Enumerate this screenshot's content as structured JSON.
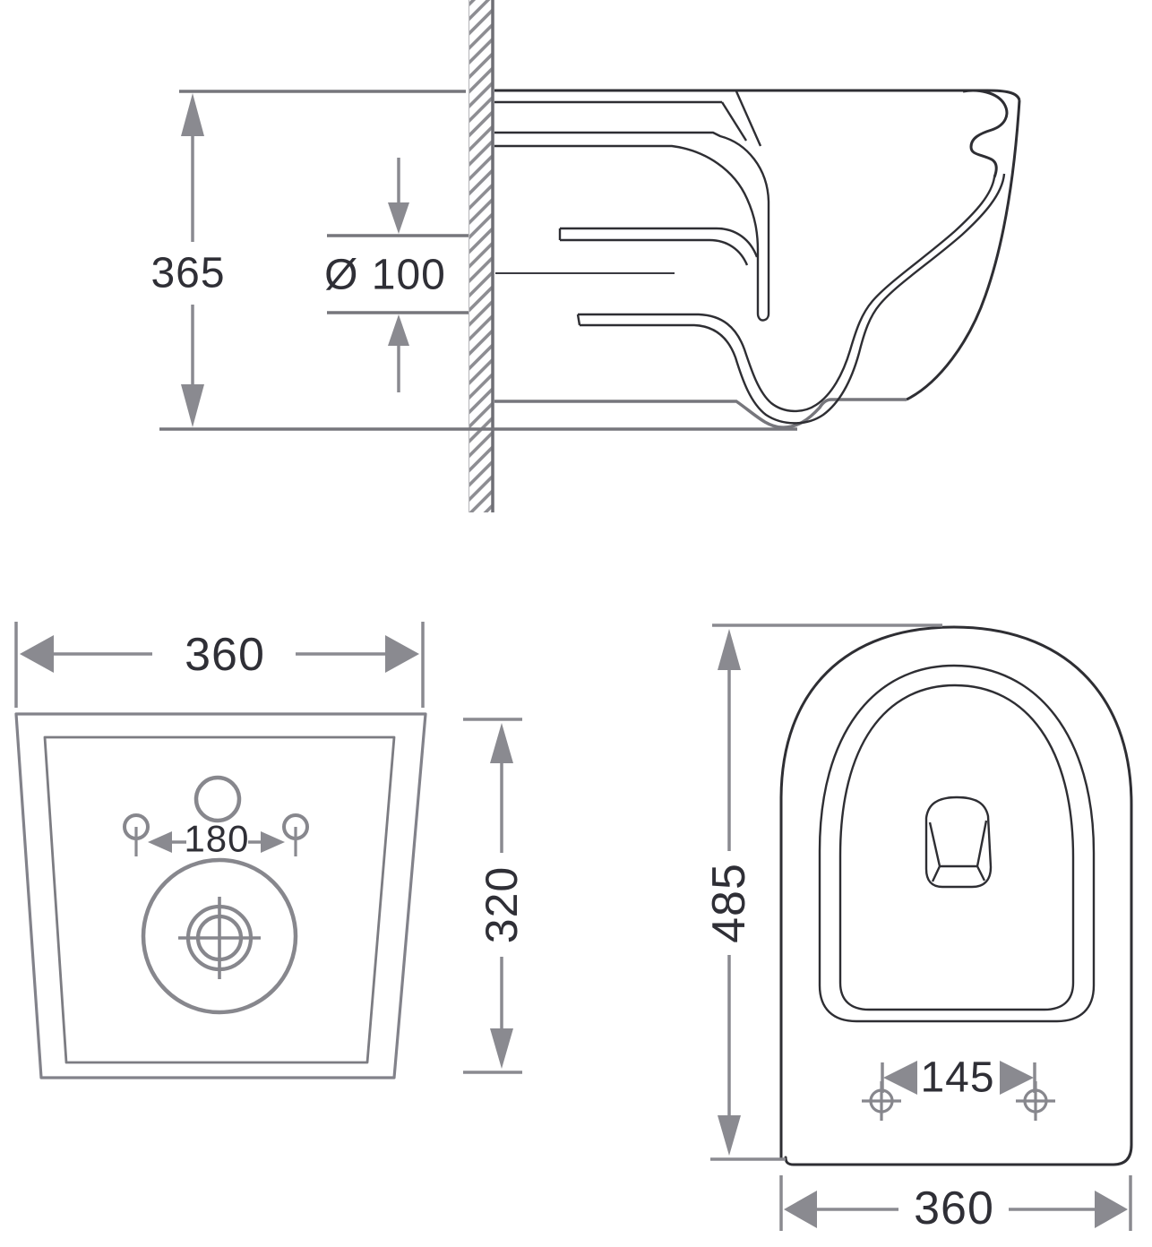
{
  "side_view": {
    "height": "365",
    "outlet_diameter": "Ø 100"
  },
  "back_view": {
    "width": "360",
    "bolt_spacing": "180",
    "height": "320"
  },
  "top_view": {
    "depth": "485",
    "bolt_spacing": "145",
    "width": "360"
  },
  "colors": {
    "background": "#ffffff",
    "outline": "#2e2e33",
    "dimension": "#8a8a90",
    "reference": "#76767c",
    "label_text": "#2f2f36"
  }
}
